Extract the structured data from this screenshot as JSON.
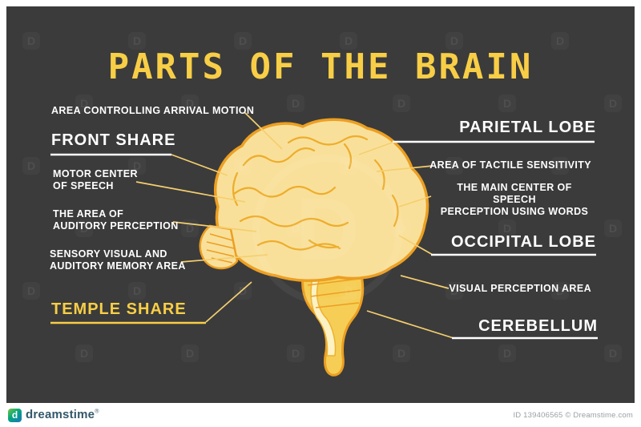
{
  "title": "PARTS OF THE BRAIN",
  "colors": {
    "background": "#3B3B3B",
    "accent": "#F8CE46",
    "label": "#FFFFFF",
    "brain-fill": "#F9E09A",
    "brain-outline": "#EC9F22"
  },
  "left_labels": [
    {
      "id": "arrival-motion",
      "text": "AREA CONTROLLING ARRIVAL MOTION"
    },
    {
      "id": "front-share",
      "text": "FRONT SHARE"
    },
    {
      "id": "motor-center",
      "text": "MOTOR CENTER\nOF SPEECH"
    },
    {
      "id": "auditory-perception",
      "text": "THE AREA OF\nAUDITORY PERCEPTION"
    },
    {
      "id": "sensory-memory",
      "text": "SENSORY VISUAL AND\nAUDITORY MEMORY AREA"
    },
    {
      "id": "temple-share",
      "text": "TEMPLE SHARE"
    }
  ],
  "right_labels": [
    {
      "id": "parietal-lobe",
      "text": "PARIETAL LOBE"
    },
    {
      "id": "tactile-sensitivity",
      "text": "AREA OF TACTILE SENSITIVITY"
    },
    {
      "id": "speech-perception",
      "text": "THE MAIN CENTER OF SPEECH\nPERCEPTION USING WORDS"
    },
    {
      "id": "occipital-lobe",
      "text": "OCCIPITAL LOBE"
    },
    {
      "id": "visual-perception",
      "text": "VISUAL PERCEPTION AREA"
    },
    {
      "id": "cerebellum",
      "text": "CEREBELLUM"
    }
  ],
  "watermark": {
    "glyph": "D",
    "brand": "dreamstime"
  },
  "footer": {
    "icon_letter": "d",
    "brand": "dreamstime",
    "reg": "®",
    "id_text": "ID 139406565 © Dreamstime.com"
  }
}
